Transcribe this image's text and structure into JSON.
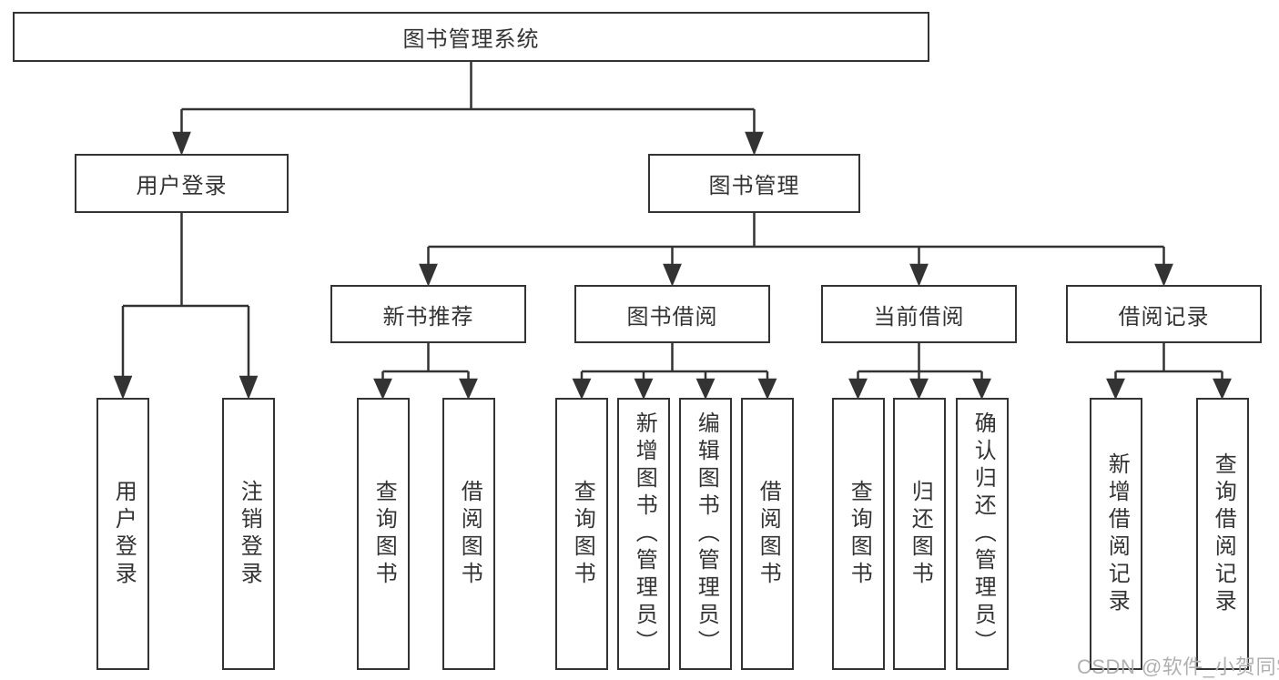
{
  "diagram": {
    "type": "hierarchy-tree",
    "colors": {
      "line": "#333333",
      "node_border": "#333333",
      "node_text": "#333333",
      "background": "#ffffff",
      "watermark_text_color": "#b0b0b0"
    },
    "tree": {
      "label": "图书管理系统",
      "children": [
        {
          "label": "用户登录",
          "children": [
            {
              "label": "用户登录"
            },
            {
              "label": "注销登录"
            }
          ]
        },
        {
          "label": "图书管理",
          "children": [
            {
              "label": "新书推荐",
              "children": [
                {
                  "label": "查询图书"
                },
                {
                  "label": "借阅图书"
                }
              ]
            },
            {
              "label": "图书借阅",
              "children": [
                {
                  "label": "查询图书"
                },
                {
                  "label": "新增图书（管理员）"
                },
                {
                  "label": "编辑图书（管理员）"
                },
                {
                  "label": "借阅图书"
                }
              ]
            },
            {
              "label": "当前借阅",
              "children": [
                {
                  "label": "查询图书"
                },
                {
                  "label": "归还图书"
                },
                {
                  "label": "确认归还（管理员）"
                }
              ]
            },
            {
              "label": "借阅记录",
              "children": [
                {
                  "label": "新增借阅记录"
                },
                {
                  "label": "查询借阅记录"
                }
              ]
            }
          ]
        }
      ]
    },
    "watermark": {
      "text": "CSDN @软件_小贺同学"
    }
  }
}
